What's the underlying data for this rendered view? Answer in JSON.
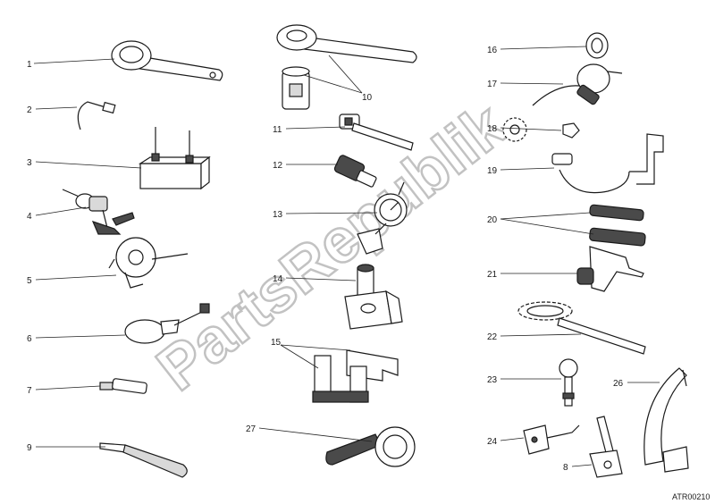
{
  "watermark": "PartsRepublik",
  "drawing_code": "ATR00210",
  "callouts": [
    "1",
    "2",
    "3",
    "4",
    "5",
    "6",
    "7",
    "9",
    "10",
    "11",
    "12",
    "13",
    "14",
    "15",
    "27",
    "16",
    "17",
    "18",
    "19",
    "20",
    "21",
    "22",
    "23",
    "24",
    "8",
    "26"
  ]
}
